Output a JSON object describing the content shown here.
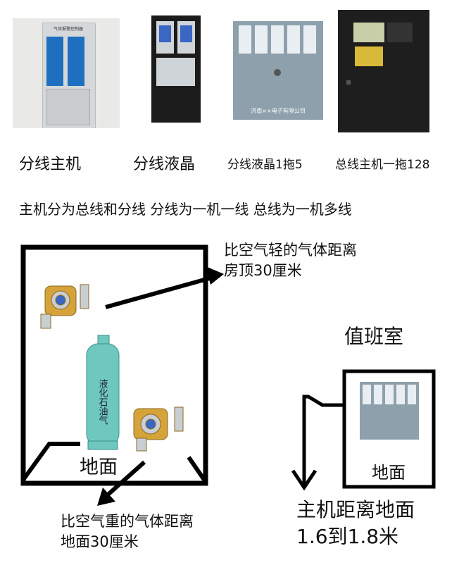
{
  "devices": [
    {
      "caption": "分线主机",
      "panel_title": "气体报警控制器"
    },
    {
      "caption": "分线液晶"
    },
    {
      "caption": "分线液晶1拖5",
      "brand_text": "济南××电子有限公司"
    },
    {
      "caption": "总线主机一拖128"
    }
  ],
  "summary": "主机分为总线和分线 分线为一机一线 总线为一机多线",
  "room": {
    "light_gas_note": [
      "比空气轻的气体距离",
      "房顶30厘米"
    ],
    "floor_label": "地面",
    "cylinder_label": "液化石油气",
    "heavy_gas_note": [
      "比空气重的气体距离",
      "地面30厘米"
    ]
  },
  "duty_room": {
    "title": "值班室",
    "floor_label": "地面",
    "height_note": [
      "主机距离地面",
      "1.6到1.8米"
    ]
  },
  "colors": {
    "line": "#000000",
    "cylinder": "#6fc8c0",
    "detector": "#d6a33a",
    "panel_blue": "#2a5ea8",
    "panel_grey": "#9aa5ad"
  }
}
